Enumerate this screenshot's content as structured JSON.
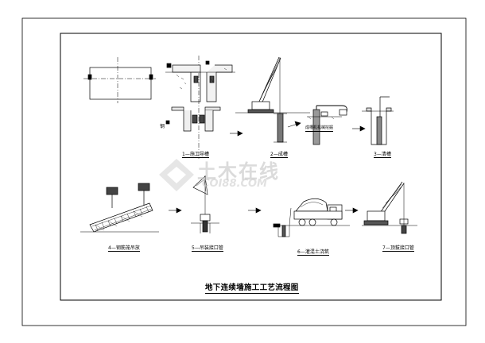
{
  "steps": [
    {
      "label": "1—施工导槽"
    },
    {
      "label": "2—成槽"
    },
    {
      "label": "3—清槽"
    },
    {
      "label": "4—钢筋笼吊放"
    },
    {
      "label": "5—吊装接口管"
    },
    {
      "label": "6—灌混土浇筑"
    },
    {
      "label": "7—顶拔接口管"
    }
  ],
  "annotations": {
    "side_mark": "钢",
    "trench_note": "成槽机机械挖掘"
  },
  "title": "地下连续墙施工工艺流程图",
  "watermark": {
    "cn": "土木在线",
    "en": "COI88.COM"
  }
}
